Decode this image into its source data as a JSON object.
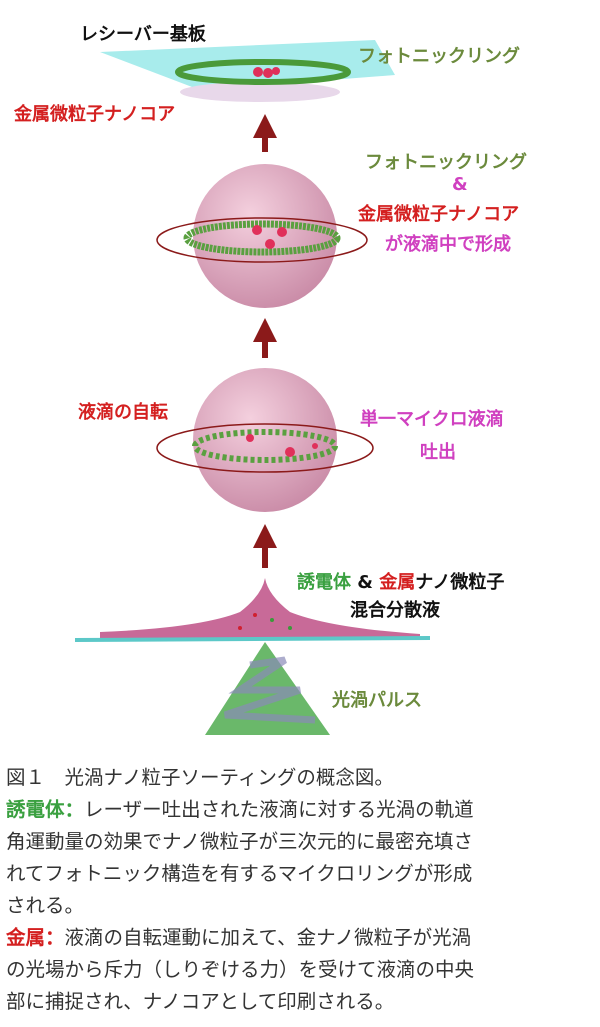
{
  "labels": {
    "receiver": "レシーバー基板",
    "photonic_ring_top": "フォトニックリング",
    "metal_core_top": "金属微粒子ナノコア",
    "photonic_ring_mid": "フォトニックリング",
    "amp": "&",
    "metal_core_mid": "金属微粒子ナノコア",
    "formed_in_droplet": "が液滴中で形成",
    "rotation": "液滴の自転",
    "single_droplet": "単一マイクロ液滴",
    "ejection": "吐出",
    "dielectric": "誘電体",
    "amp2": " & ",
    "metal": "金属",
    "nanoparticles": "ナノ微粒子",
    "mixed_dispersion": "混合分散液",
    "vortex_pulse": "光渦パルス"
  },
  "caption": {
    "title": "図１　光渦ナノ粒子ソーティングの概念図。",
    "dielectric_head": "誘電体：",
    "dielectric_lines": [
      "レーザー吐出された液滴に対する光渦の軌道",
      "角運動量の効果でナノ微粒子が三次元的に最密充填さ",
      "れてフォトニック構造を有するマイクロリングが形成",
      "される。"
    ],
    "metal_head": "金属：",
    "metal_lines": [
      "液滴の自転運動に加えて、金ナノ微粒子が光渦",
      "の光場から斥力（しりぞける力）を受けて液滴の中央",
      "部に捕捉され、ナノコアとして印刷される。"
    ]
  },
  "colors": {
    "arrow": "#8b1a1a",
    "sphere": "#e4a8c0",
    "ring": "#5aa040",
    "core": "#e0305a",
    "substrate": "#a8ecec"
  }
}
